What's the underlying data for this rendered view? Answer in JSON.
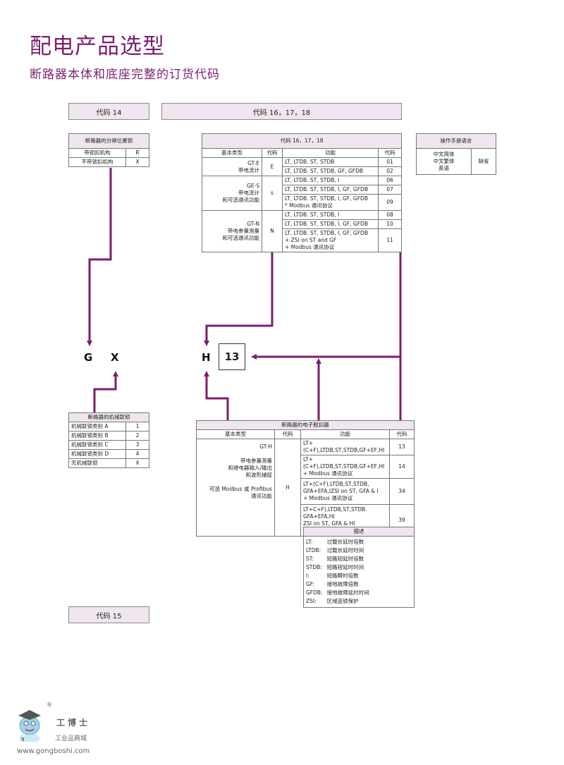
{
  "header": {
    "title": "配电产品选型",
    "subtitle": "断路器本体和底座完整的订货代码"
  },
  "code_boxes": {
    "code14": "代码 14",
    "code161718": "代码 16，17，18",
    "code15": "代码 15"
  },
  "position_lock": {
    "title": "断路器的分闸位置锁",
    "rows": [
      {
        "label": "带锁扣机构",
        "code": "R"
      },
      {
        "label": "不带锁扣机构",
        "code": "X"
      }
    ]
  },
  "main_table": {
    "title": "代码 16，17，18",
    "headers": [
      "基本类型",
      "代码",
      "功能",
      "代码"
    ],
    "groups": [
      {
        "type_lines": [
          "GT-E",
          "带电流计"
        ],
        "code": "E",
        "rows": [
          {
            "func": "LT, LTDB. ST, STDB",
            "code": "01"
          },
          {
            "func": "LT, LTDB. ST, STDB, GF, GFDB",
            "code": "02"
          }
        ]
      },
      {
        "type_lines": [
          "GE-S",
          "带电流计",
          "和可选通讯功能"
        ],
        "code": "s",
        "rows": [
          {
            "func": "LT, LTDB. ST, STDB, I",
            "code": "06"
          },
          {
            "func": "LT, LTDB. ST, STDB, I, GF, GFDB",
            "code": "07"
          },
          {
            "func": "LT, LTDB. ST, STDB, I, GF, GFDB\n* Modbus 通讯协议",
            "code": "09"
          }
        ]
      },
      {
        "type_lines": [
          "GT-N",
          "带电参量测量",
          "和可选通讯功能"
        ],
        "code": "N",
        "rows": [
          {
            "func": "LT, LTDB. ST, STDB, I",
            "code": "08"
          },
          {
            "func": "LT, LTDB. ST, STDB, I, GF, GFDB",
            "code": "10"
          },
          {
            "func": "LT, LTDB. ST, STDB, I, GF, GFDB\n+ ZSI on ST and GF\n+ Modbus 通讯协议",
            "code": "11"
          }
        ]
      }
    ]
  },
  "language": {
    "title": "操作手册语言",
    "langs": "中文简体\n中文繁体\n英语",
    "default": "缺省"
  },
  "order_code": {
    "g": "G",
    "x": "X",
    "h": "H",
    "n13": "13"
  },
  "interlock": {
    "title": "断路器的机械联锁",
    "rows": [
      {
        "label": "机械联锁类别 A",
        "code": "1"
      },
      {
        "label": "机械联锁类别 B",
        "code": "2"
      },
      {
        "label": "机械联锁类别 C",
        "code": "3"
      },
      {
        "label": "机械联锁类别 D",
        "code": "4"
      },
      {
        "label": "无机械联锁",
        "code": "X"
      }
    ]
  },
  "trip_unit": {
    "title": "断路器的电子脱扣器",
    "headers": [
      "基本类型",
      "代码",
      "功能",
      "代码"
    ],
    "type_text": "GT-H\n\n带电参量测量\n和继电器输入/输出\n和波形捕捉\n\n可选 Modbus 或 Profibus\n通讯功能",
    "code": "H",
    "rows": [
      {
        "func": "LT+ (C+F),LTDB,ST,STDB,GF+EF,HI",
        "code": "13"
      },
      {
        "func": "LT+ (C+F),LTDB,ST,STDB,GF+EF,HI\n+ Modbus 通讯协议",
        "code": "14"
      },
      {
        "func": "LT+(C+F),LTDB,ST,STDB,\nGFA+EFA,IZSI on ST, GFA & I\n+ Modbus 通讯协议",
        "code": "34"
      },
      {
        "func": "LT+C+F),LTDB,ST,STDB.\nGFA+EFA,HI\nZSI on ST, GFA & HI\n+ Profi bus 通讯协议",
        "code": "39"
      }
    ]
  },
  "description": {
    "title": "描述",
    "items": [
      {
        "abbr": "LT:",
        "text": "过载长延时倍数"
      },
      {
        "abbr": "LTDB:",
        "text": "过载长延时时间"
      },
      {
        "abbr": "ST:",
        "text": "短路短延时倍数"
      },
      {
        "abbr": "STDB:",
        "text": "短路短延时时间"
      },
      {
        "abbr": "I:",
        "text": "短路瞬时倍数"
      },
      {
        "abbr": "GF:",
        "text": "接地故障倍数"
      },
      {
        "abbr": "GFDB:",
        "text": "接地故障延时时间"
      },
      {
        "abbr": "ZSI:",
        "text": "区域连锁保护"
      }
    ]
  },
  "watermark": {
    "registered": "®",
    "brand": "工博士",
    "tagline": "工业品商城",
    "url": "www.gongboshi.com",
    "page_number": "9"
  },
  "colors": {
    "accent": "#7b1f6e",
    "header_fill": "#efe6ef"
  }
}
